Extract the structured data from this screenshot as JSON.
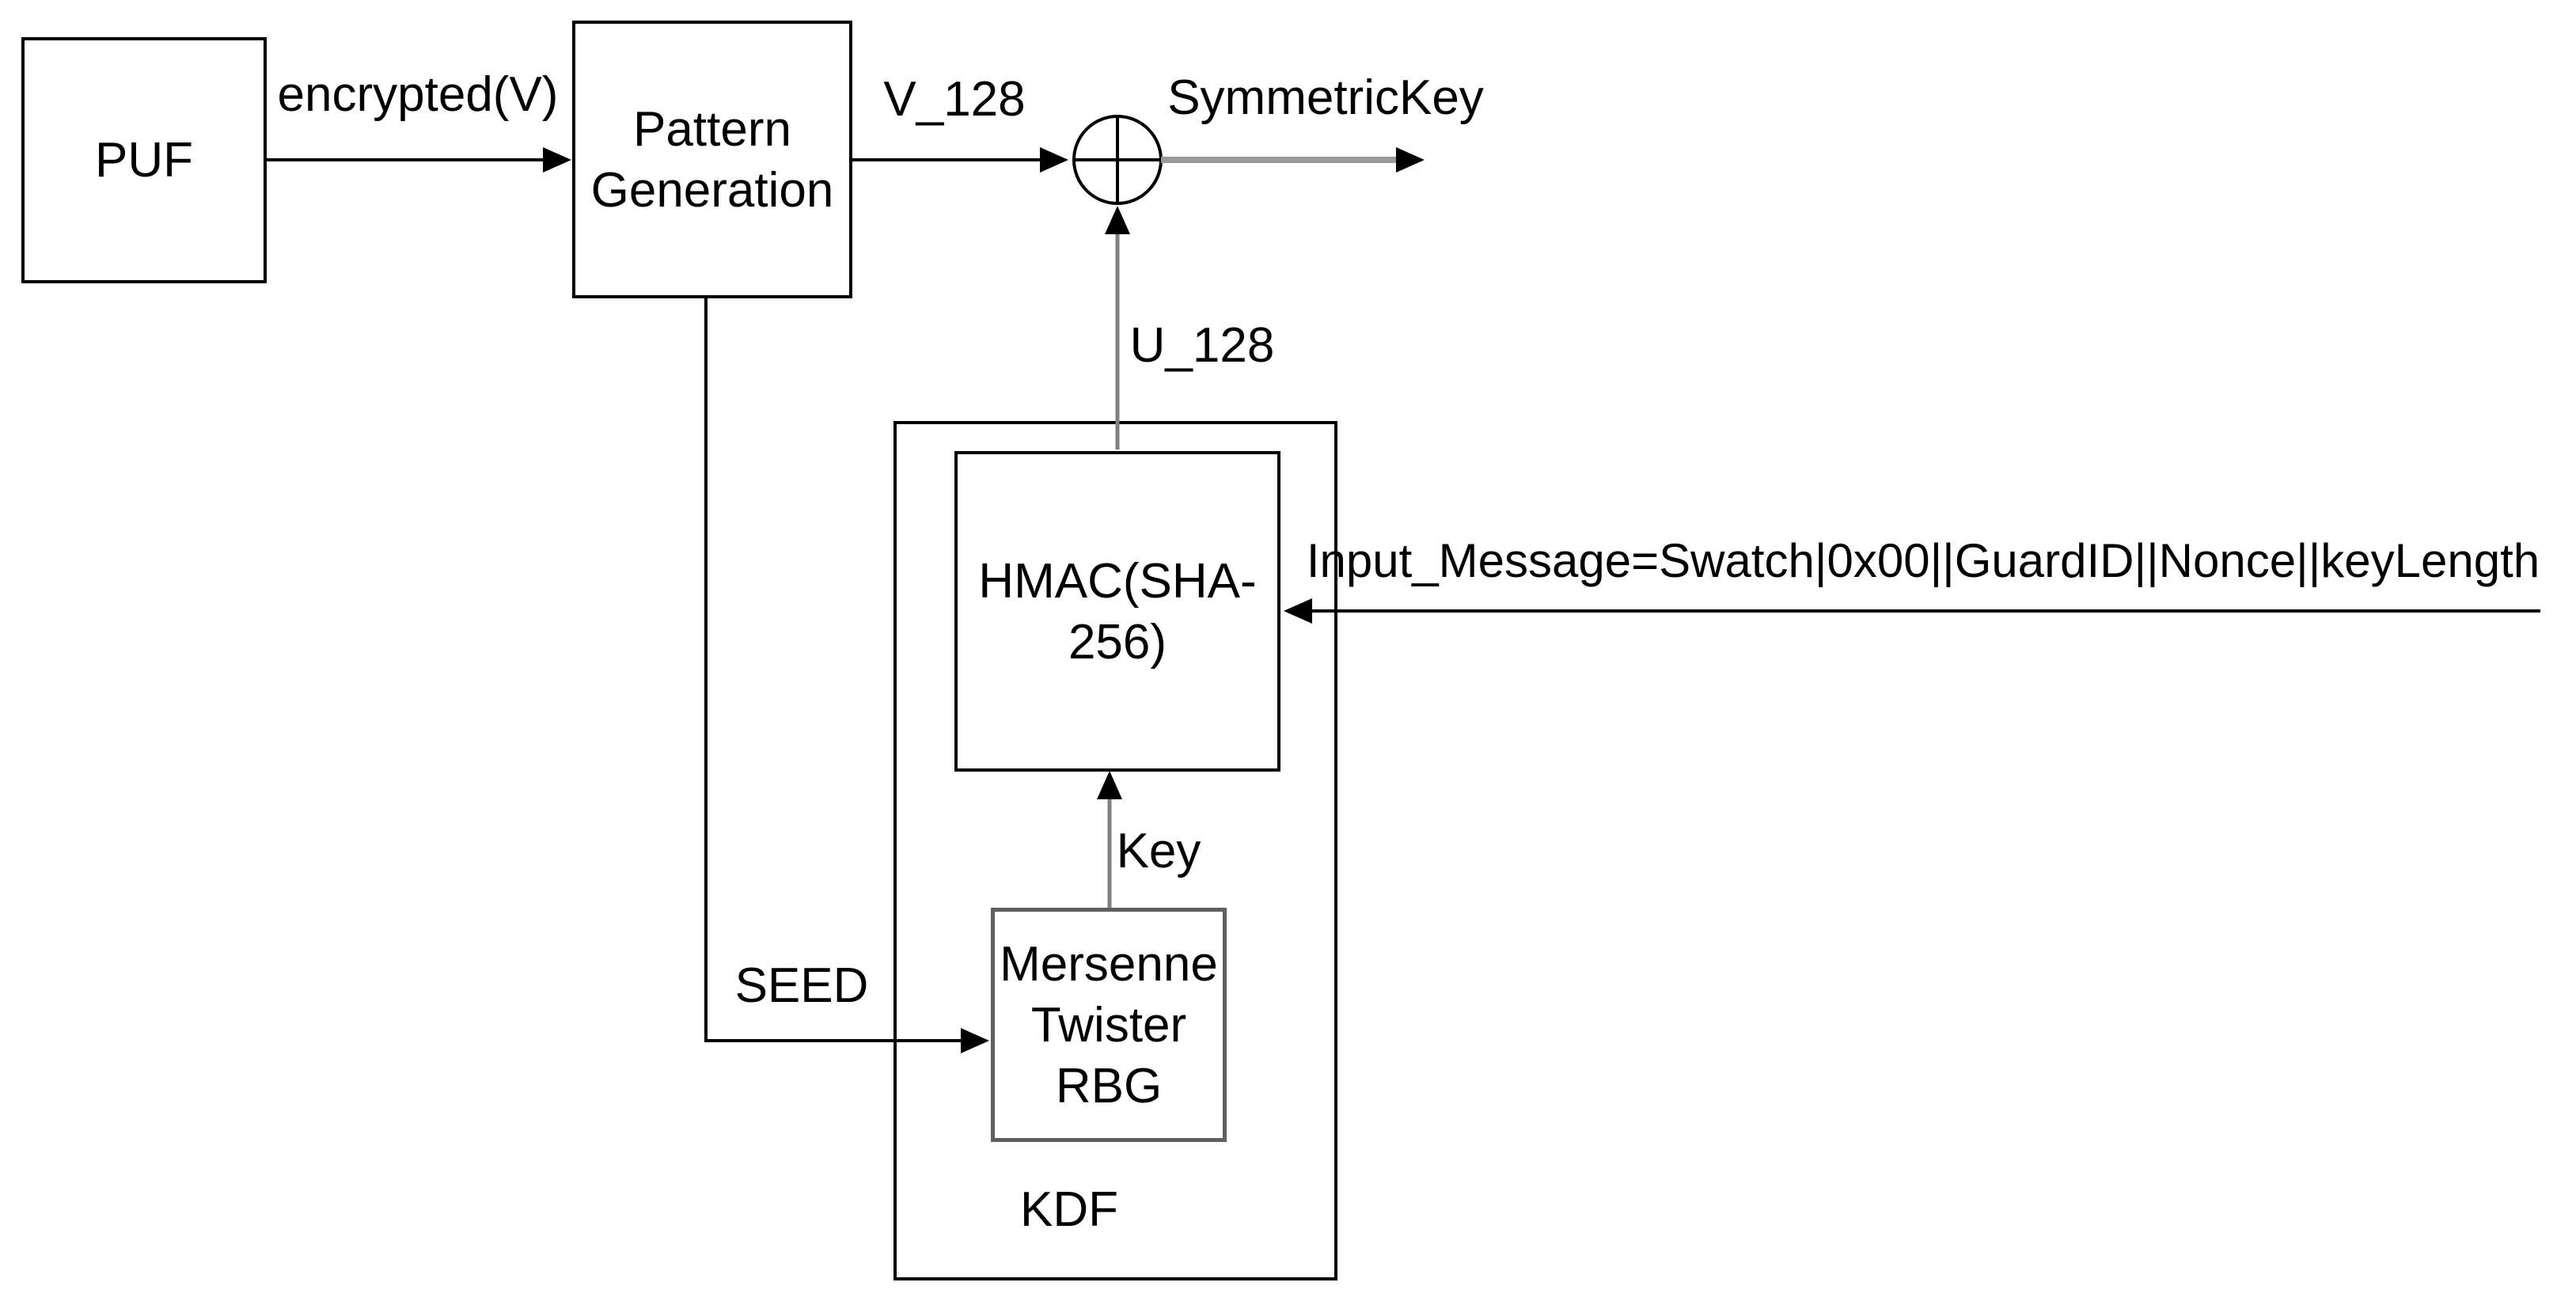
{
  "boxes": {
    "puf": {
      "lines": [
        "PUF"
      ]
    },
    "pattern_generation": {
      "lines": [
        "Pattern",
        "Generation"
      ]
    },
    "hmac": {
      "lines": [
        "HMAC(SHA-",
        "256)"
      ]
    },
    "mersenne_twister_rbg": {
      "lines": [
        "Mersenne",
        "Twister",
        "RBG"
      ]
    },
    "kdf": {
      "label": "KDF"
    }
  },
  "edge_labels": {
    "encrypted_v": "encrypted(V)",
    "v_128": "V_128",
    "symmetric_key": "SymmetricKey",
    "u_128": "U_128",
    "key": "Key",
    "input_message": "Input_Message=Swatch|0x00||GuardID||Nonce||keyLength",
    "seed": "SEED"
  },
  "colors": {
    "background": "#ffffff",
    "box_stroke": "#000000",
    "mersenne_box_stroke": "#5f5f5f",
    "text": "#000000",
    "black_connector": "#000000",
    "gray_connector": "#808080",
    "symmetric_key_connector": "#999999",
    "arrowhead": "#000000"
  }
}
